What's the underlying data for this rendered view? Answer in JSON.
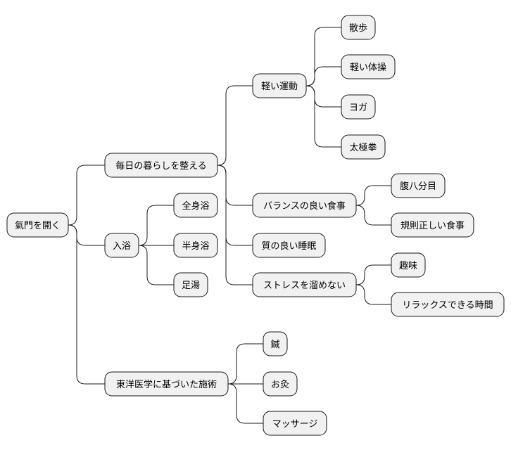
{
  "colors": {
    "node_fill": "#f1f1f1",
    "node_stroke": "#181818",
    "edge_stroke": "#181818",
    "text": "#000000",
    "background": "#ffffff"
  },
  "root": {
    "label": "氣門を開く",
    "children": [
      {
        "label": "毎日の暮らしを整える",
        "children": [
          {
            "label": "軽い運動",
            "children": [
              {
                "label": "散歩"
              },
              {
                "label": "軽い体操"
              },
              {
                "label": "ヨガ"
              },
              {
                "label": "太極拳"
              }
            ]
          },
          {
            "label": "バランスの良い食事",
            "children": [
              {
                "label": "腹八分目"
              },
              {
                "label": "規則正しい食事"
              }
            ]
          },
          {
            "label": "質の良い睡眠"
          },
          {
            "label": "ストレスを溜めない",
            "children": [
              {
                "label": "趣味"
              },
              {
                "label": "リラックスできる時間"
              }
            ]
          }
        ]
      },
      {
        "label": "入浴",
        "children": [
          {
            "label": "全身浴"
          },
          {
            "label": "半身浴"
          },
          {
            "label": "足湯"
          }
        ]
      },
      {
        "label": "東洋医学に基づいた施術",
        "children": [
          {
            "label": "鍼"
          },
          {
            "label": "お灸"
          },
          {
            "label": "マッサージ"
          }
        ]
      }
    ]
  }
}
